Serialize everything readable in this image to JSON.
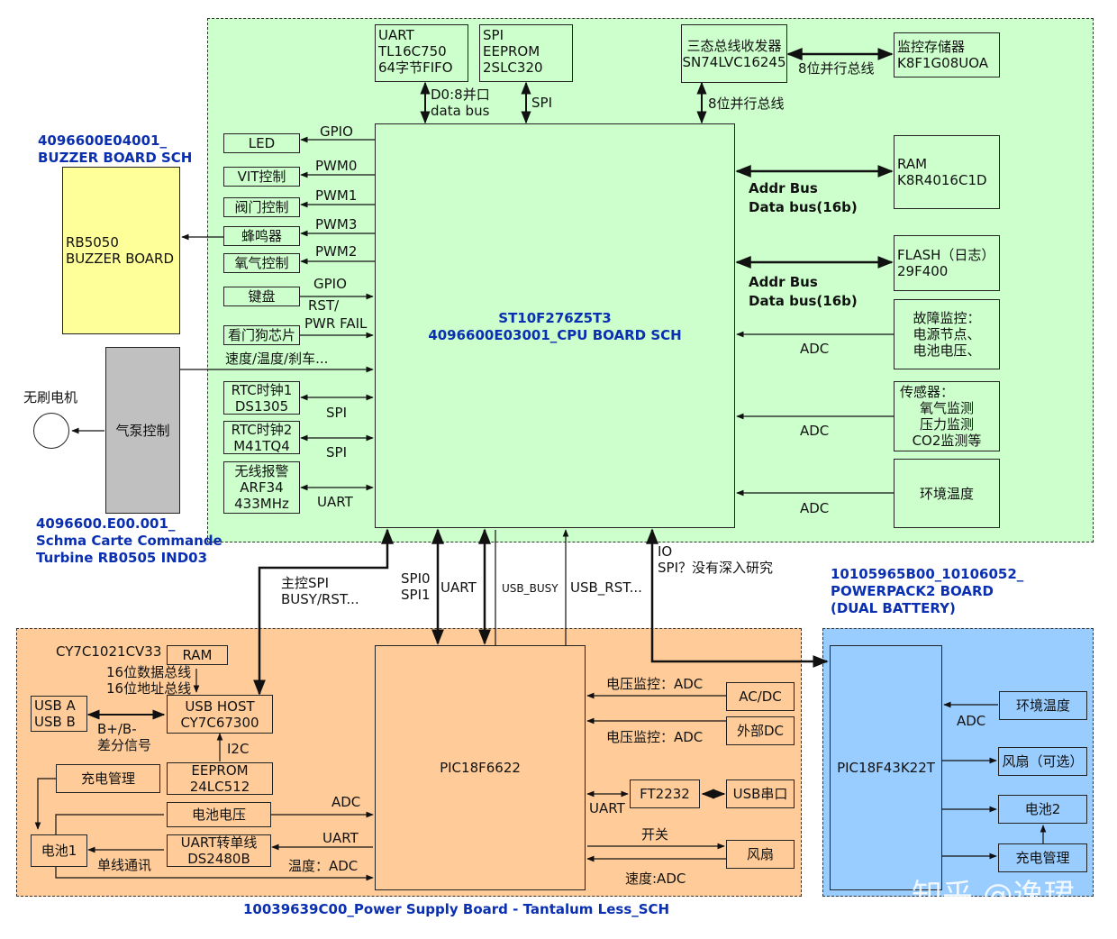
{
  "colors": {
    "cpu_region": "#ccffcc",
    "power_region": "#ffcc99",
    "battery_region": "#99ccff",
    "buzzer": "#ffff99",
    "pump": "#c0c0c0",
    "title": "#0a2fb0"
  },
  "titles": {
    "buzzer": [
      "4096600E04001_",
      "BUZZER BOARD SCH"
    ],
    "turbine": [
      "4096600.E00.001_",
      "Schma Carte Commande",
      "Turbine RB0505 IND03"
    ],
    "powerpack": [
      "10105965B00_10106052_",
      "POWERPACK2 BOARD",
      "(DUAL BATTERY)"
    ],
    "power_supply": "10039639C00_Power Supply Board - Tantalum Less_SCH",
    "cpu": [
      "ST10F276Z5T3",
      "4096600E03001_CPU BOARD SCH"
    ]
  },
  "blocks": {
    "uart": [
      "UART",
      "TL16C750",
      "64字节FIFO"
    ],
    "spi_eeprom": [
      "SPI",
      "EEPROM",
      "2SLC320"
    ],
    "transceiver": [
      "三态总线收发器",
      "SN74LVC16245"
    ],
    "monitor_storage": [
      "监控存储器",
      "K8F1G08UOA"
    ],
    "ram": [
      "RAM",
      "K8R4016C1D"
    ],
    "flash": [
      "FLASH（日志）",
      "29F400"
    ],
    "fault_monitor": [
      "故障监控：",
      "电源节点、",
      "电池电压、"
    ],
    "sensors": [
      "传感器：",
      "氧气监测",
      "压力监测",
      "CO2监测等"
    ],
    "env_temp": "环境温度",
    "led": "LED",
    "vit": "VIT控制",
    "valve": "阀门控制",
    "buzzer_ctrl": "蜂鸣器",
    "oxygen": "氧气控制",
    "keyboard": "键盘",
    "watchdog": "看门狗芯片",
    "rtc1": [
      "RTC时钟1",
      "DS1305"
    ],
    "rtc2": [
      "RTC时钟2",
      "M41TQ4"
    ],
    "wireless": [
      "无线报警",
      "ARF34",
      "433MHz"
    ],
    "buzzer_board": [
      "RB5050",
      "BUZZER BOARD"
    ],
    "pump": "气泵控制",
    "motor": "无刷电机",
    "ps_ram": "RAM",
    "usb_ab": [
      "USB A",
      "USB B"
    ],
    "usb_host": [
      "USB HOST",
      "CY7C67300"
    ],
    "eeprom": [
      "EEPROM",
      "24LC512"
    ],
    "charge_mgmt": "充电管理",
    "battery1": "电池1",
    "bat_voltage": "电池电压",
    "uart_single": [
      "UART转单线",
      "DS2480B"
    ],
    "pic18f6622": "PIC18F6622",
    "acdc": "AC/DC",
    "ext_dc": "外部DC",
    "ft2232": "FT2232",
    "usb_serial": "USB串口",
    "fan": "风扇",
    "pic18f43k22t": "PIC18F43K22T",
    "pp_env_temp": "环境温度",
    "pp_fan": "风扇（可选）",
    "battery2": "电池2",
    "pp_charge": "充电管理"
  },
  "labels": {
    "d08": [
      "D0:8并口",
      "data bus"
    ],
    "spi_top": "SPI",
    "bus8_a": "8位并行总线",
    "bus8_b": "8位并行总线",
    "addr1": [
      "Addr Bus",
      "Data bus(16b)"
    ],
    "addr2": [
      "Addr Bus",
      "Data bus(16b)"
    ],
    "adc1": "ADC",
    "adc2": "ADC",
    "adc3": "ADC",
    "gpio1": "GPIO",
    "pwm0": "PWM0",
    "pwm1": "PWM1",
    "pwm3": "PWM3",
    "pwm2": "PWM2",
    "gpio2": "GPIO",
    "rst": [
      "RST/",
      "PWR FAIL"
    ],
    "speed": "速度/温度/刹车...",
    "spi_rtc1": "SPI",
    "spi_rtc2": "SPI",
    "uart_wl": "UART",
    "cy7c1021": "CY7C1021CV33",
    "bus16": [
      "16位数据总线",
      "16位地址总线"
    ],
    "bpm": [
      "B+/B-",
      "差分信号"
    ],
    "i2c": "I2C",
    "main_spi": [
      "主控SPI",
      "BUSY/RST..."
    ],
    "spi01": [
      "SPI0",
      "SPI1"
    ],
    "uart_v": "UART",
    "usb_busy": "USB_BUSY",
    "usb_rst": "USB_RST...",
    "io_spi": [
      "IO",
      "SPI？没有深入研究"
    ],
    "volt_adc1": "电压监控：ADC",
    "volt_adc2": "电压监控：ADC",
    "adc_ps": "ADC",
    "uart_ps": "UART",
    "single_wire": "单线通讯",
    "temp_adc": "温度：ADC",
    "uart_ft": "UART",
    "switch": "开关",
    "speed_adc": "速度:ADC",
    "adc_pp": "ADC"
  },
  "watermark": "知乎 @逸珺"
}
